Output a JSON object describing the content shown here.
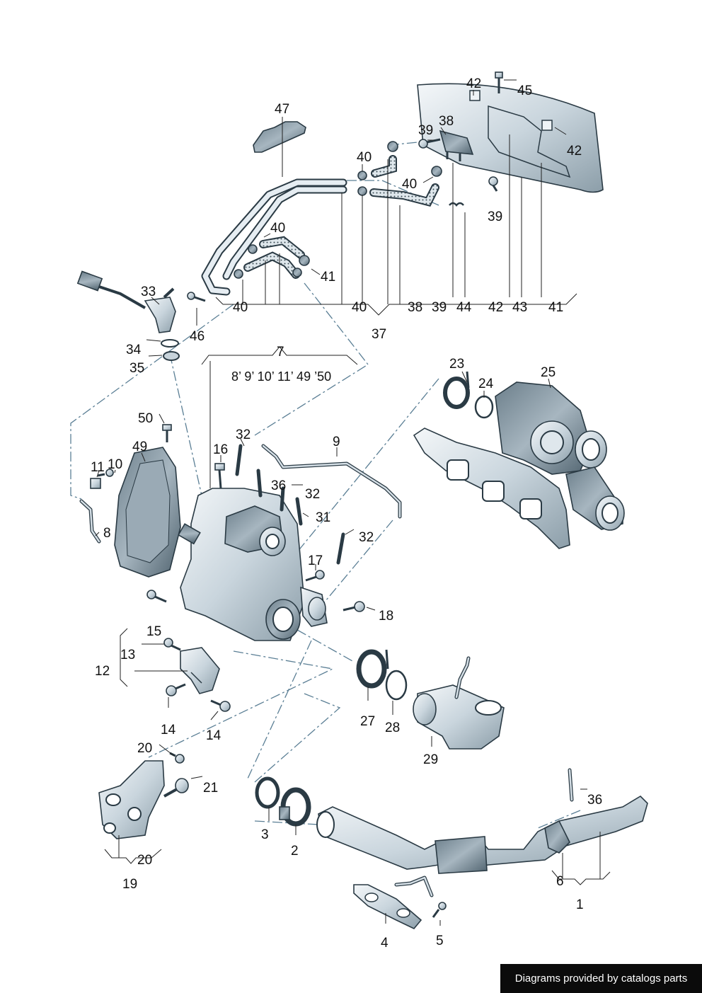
{
  "credit": "Diagrams provided by catalogs parts",
  "callouts": {
    "c1": "1",
    "c2": "2",
    "c3": "3",
    "c4": "4",
    "c5": "5",
    "c6": "6",
    "c7": "7",
    "c8": "8",
    "c9": "9",
    "c10": "10",
    "c11": "11",
    "c12": "12",
    "c13": "13",
    "c14a": "14",
    "c14b": "14",
    "c15": "15",
    "c16": "16",
    "c17": "17",
    "c18": "18",
    "c19": "19",
    "c20a": "20",
    "c20b": "20",
    "c21": "21",
    "c23": "23",
    "c24": "24",
    "c25": "25",
    "c27": "27",
    "c28": "28",
    "c29": "29",
    "c31": "31",
    "c32a": "32",
    "c32b": "32",
    "c32c": "32",
    "c33": "33",
    "c34": "34",
    "c35": "35",
    "c36a": "36",
    "c36b": "36",
    "c37": "37",
    "c38a": "38",
    "c39a": "39",
    "c39b": "39",
    "c40a": "40",
    "c40b": "40",
    "c40c": "40",
    "c41": "41",
    "c42a": "42",
    "c42b": "42",
    "c45": "45",
    "c46": "46",
    "c47": "47",
    "c49": "49",
    "c50": "50",
    "row37": [
      "40",
      "40",
      "38",
      "39",
      "44",
      "42",
      "43",
      "41"
    ],
    "row7": "8’ 9’ 10’ 11’ 49  ’50"
  },
  "colors": {
    "metal_light": "#eef3f6",
    "metal_mid": "#b8c6d0",
    "metal_dark": "#7d909c",
    "outline": "#2a3a44",
    "leader_dash": "#5b7f95",
    "credit_bg": "#0b0b0b"
  }
}
